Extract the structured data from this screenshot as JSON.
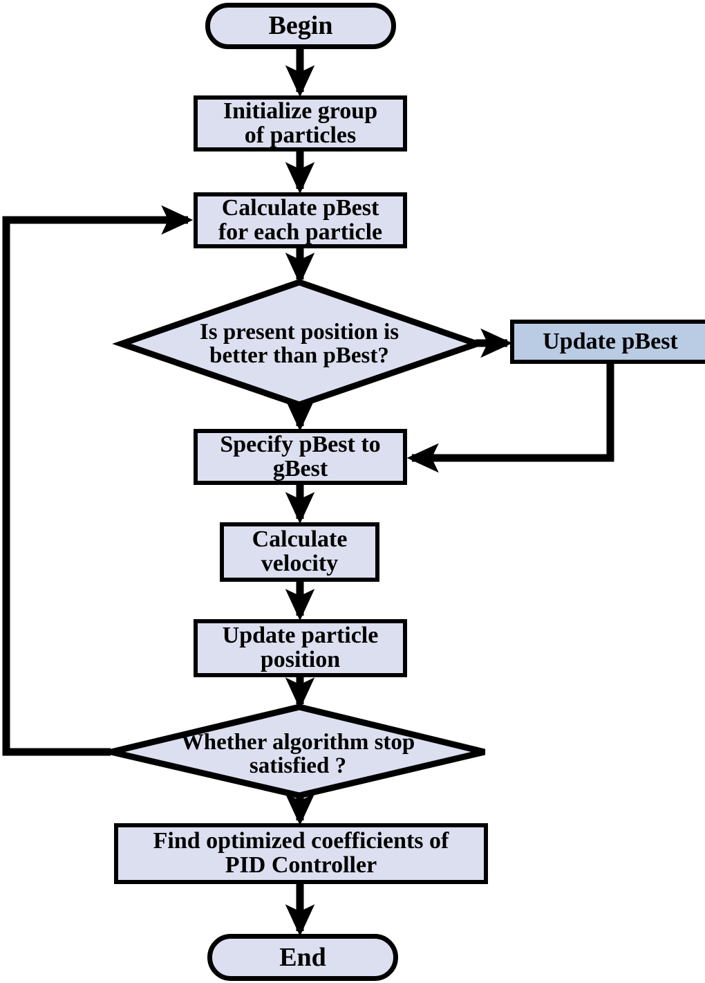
{
  "diagram": {
    "title": "PSO algorithm flowchart for PID controller tuning",
    "colors": {
      "node_fill": "#dcdfef",
      "accent_fill": "#bacbe4",
      "stroke": "#000000",
      "background": "#ffffff"
    },
    "nodes": {
      "begin": {
        "label": "Begin",
        "shape": "terminator"
      },
      "initialize": {
        "label": "Initialize group\nof particles",
        "line1": "Initialize group",
        "line2": "of particles",
        "shape": "process"
      },
      "calculate_pbest": {
        "label": "Calculate pBest\nfor each particle",
        "line1": "Calculate pBest",
        "line2": "for each particle",
        "shape": "process"
      },
      "decision_pbest": {
        "label": "Is present position is better than pBest?",
        "line1": "Is present position is",
        "line2": "better than pBest?",
        "shape": "decision"
      },
      "update_pbest": {
        "label": "Update pBest",
        "shape": "process"
      },
      "specify_gbest": {
        "label": "Specify pBest to gBest",
        "line1": "Specify pBest to",
        "line2": "gBest",
        "shape": "process"
      },
      "calculate_velocity": {
        "label": "Calculate velocity",
        "line1": "Calculate",
        "line2": "velocity",
        "shape": "process"
      },
      "update_position": {
        "label": "Update particle position",
        "line1": "Update particle",
        "line2": "position",
        "shape": "process"
      },
      "decision_stop": {
        "label": "Whether algorithm stop satisfied ?",
        "line1": "Whether algorithm stop",
        "line2": "satisfied ?",
        "shape": "decision"
      },
      "find_coefficients": {
        "label": "Find optimized coefficients of PID Controller",
        "line1": "Find optimized coefficients of",
        "line2": "PID Controller",
        "shape": "process"
      },
      "end": {
        "label": "End",
        "shape": "terminator"
      }
    },
    "edges": [
      {
        "from": "begin",
        "to": "initialize",
        "label": ""
      },
      {
        "from": "initialize",
        "to": "calculate_pbest",
        "label": ""
      },
      {
        "from": "calculate_pbest",
        "to": "decision_pbest",
        "label": ""
      },
      {
        "from": "decision_pbest",
        "to": "update_pbest",
        "label": ""
      },
      {
        "from": "decision_pbest",
        "to": "specify_gbest",
        "label": ""
      },
      {
        "from": "update_pbest",
        "to": "specify_gbest",
        "label": ""
      },
      {
        "from": "specify_gbest",
        "to": "calculate_velocity",
        "label": ""
      },
      {
        "from": "calculate_velocity",
        "to": "update_position",
        "label": ""
      },
      {
        "from": "update_position",
        "to": "decision_stop",
        "label": ""
      },
      {
        "from": "decision_stop",
        "to": "calculate_pbest",
        "label": ""
      },
      {
        "from": "decision_stop",
        "to": "find_coefficients",
        "label": ""
      },
      {
        "from": "find_coefficients",
        "to": "end",
        "label": ""
      }
    ]
  }
}
